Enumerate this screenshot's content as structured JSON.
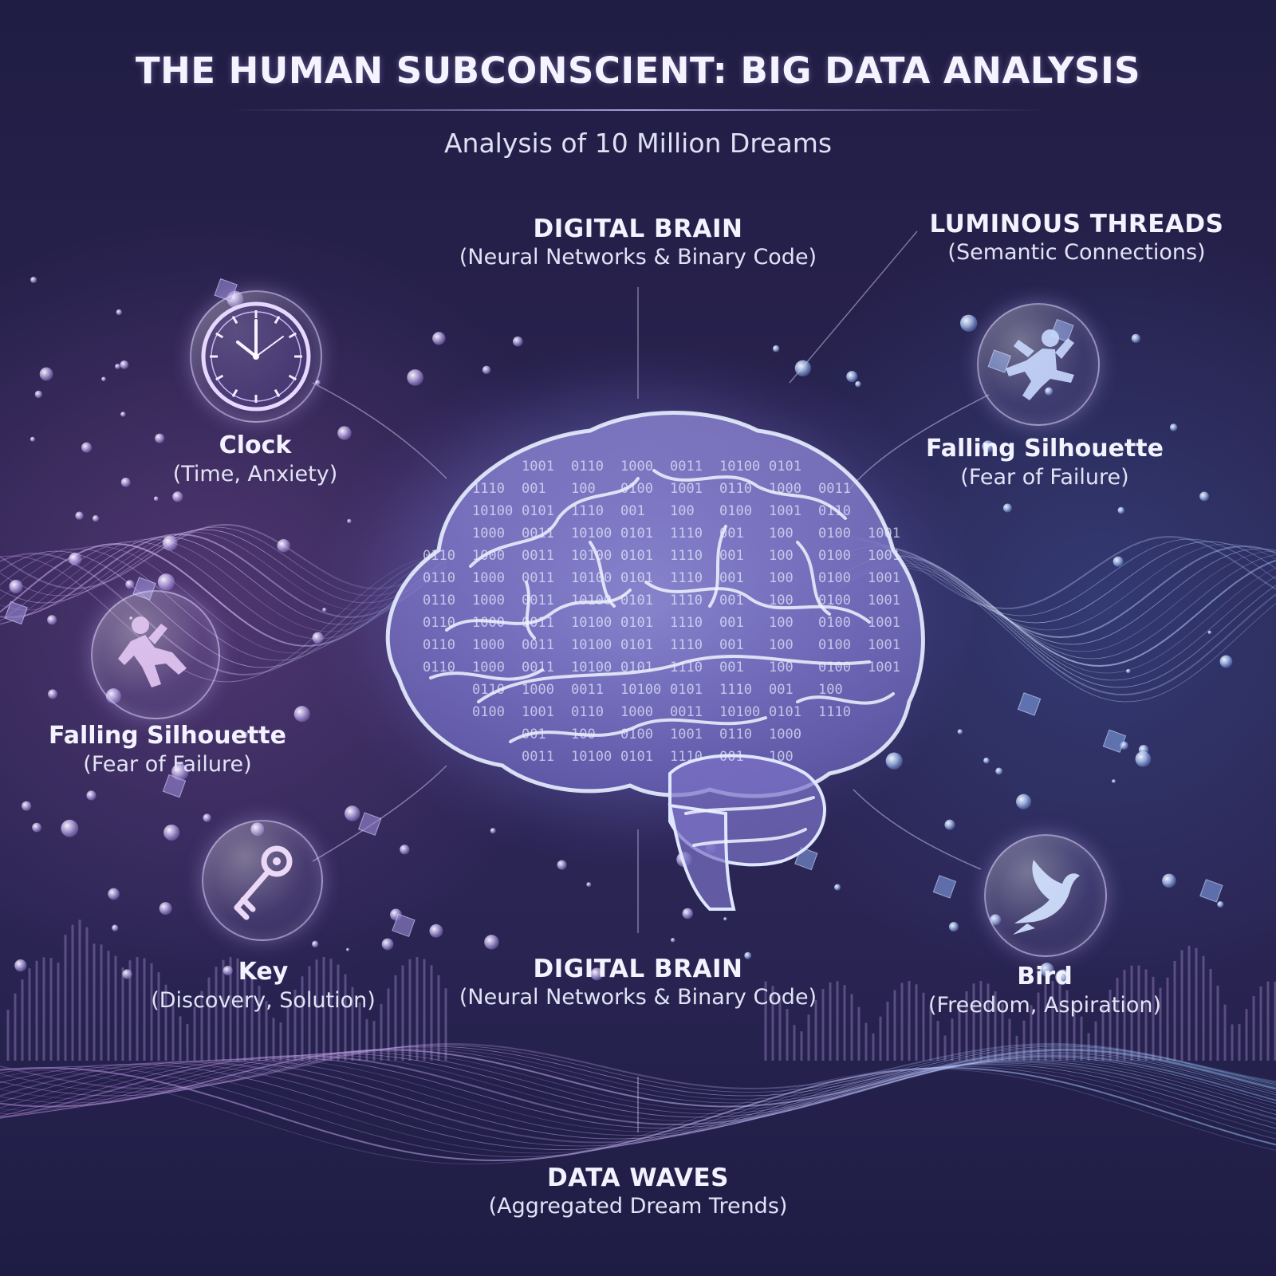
{
  "header": {
    "title": "THE HUMAN SUBCONSCIENT: BIG DATA ANALYSIS",
    "subtitle": "Analysis of 10 Million Dreams"
  },
  "labels": {
    "brain_top": {
      "name": "DIGITAL BRAIN",
      "desc": "(Neural Networks & Binary Code)"
    },
    "threads": {
      "name": "LUMINOUS THREADS",
      "desc": "(Semantic Connections)"
    },
    "clock": {
      "name": "Clock",
      "desc": "(Time, Anxiety)"
    },
    "falling_right": {
      "name": "Falling Silhouette",
      "desc": "(Fear of Failure)"
    },
    "falling_left": {
      "name": "Falling Silhouette",
      "desc": "(Fear of Failure)"
    },
    "key": {
      "name": "Key",
      "desc": "(Discovery, Solution)"
    },
    "brain_bottom": {
      "name": "DIGITAL BRAIN",
      "desc": "(Neural Networks & Binary Code)"
    },
    "bird": {
      "name": "Bird",
      "desc": "(Freedom, Aspiration)"
    },
    "waves": {
      "name": "DATA WAVES",
      "desc": "(Aggregated Dream Trends)"
    }
  },
  "icons": {
    "clock": "clock-icon",
    "falling_right": "falling-person-icon",
    "falling_left": "falling-person-icon",
    "key": "key-icon",
    "bird": "bird-icon",
    "brain": "brain-icon"
  },
  "brain_binary_text": [
    "1001",
    "0110",
    "1000",
    "0011",
    "10100",
    "0101",
    "1110",
    "001",
    "100",
    "0100"
  ],
  "colors": {
    "background": "#221e48",
    "accent_purple": "#c9a6e8",
    "accent_blue": "#9fc2ff",
    "text": "#eef0ff"
  }
}
